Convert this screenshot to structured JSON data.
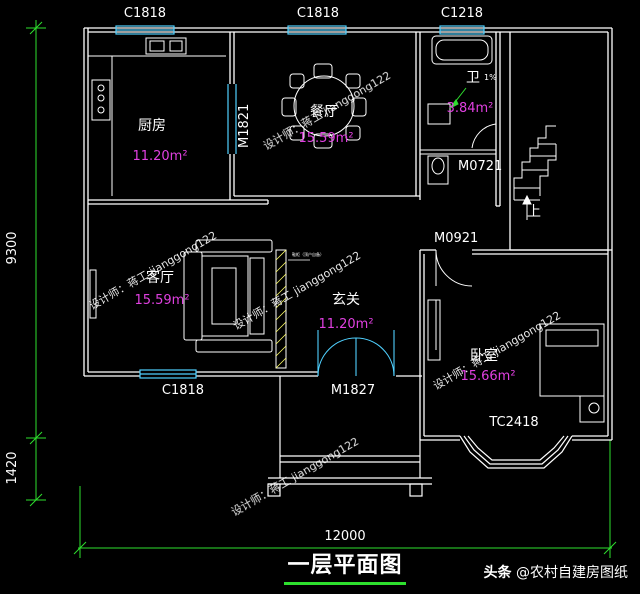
{
  "plan": {
    "window_labels": {
      "top_left": "C1818",
      "top_middle": "C1818",
      "top_right": "C1218",
      "living_room": "C1818",
      "bedroom_bay": "TC2418"
    },
    "door_labels": {
      "kitchen_dining": "M1821",
      "bathroom": "M0721",
      "bedroom": "M0921",
      "entrance": "M1827"
    },
    "rooms": {
      "kitchen": {
        "name": "厨房",
        "area": "11.20m²"
      },
      "dining": {
        "name": "餐厅",
        "area": "15.59m²"
      },
      "bathroom": {
        "name": "卫",
        "area": "3.84m²",
        "slope": "1%"
      },
      "living": {
        "name": "客厅",
        "area": "15.59m²"
      },
      "foyer": {
        "name": "玄关",
        "area": "11.20m²"
      },
      "bedroom": {
        "name": "卧室",
        "area": "15.66m²"
      }
    },
    "stair_label": "上",
    "dimensions": {
      "total_width": "12000",
      "total_height": "9300",
      "porch_depth": "1420"
    },
    "watermark": "设计师：蒋工 jianggong122",
    "cabinet_note": "鞋柜（顶户自备）",
    "title": "一层平面图",
    "source": {
      "platform": "头条",
      "account": "@农村自建房图纸"
    }
  },
  "colors": {
    "background": "#000000",
    "wall": "#ffffff",
    "dimension": "#2ee02e",
    "area_text": "#e040e0",
    "window": "#4fd0ff",
    "title_bar": "#2ee02e"
  }
}
